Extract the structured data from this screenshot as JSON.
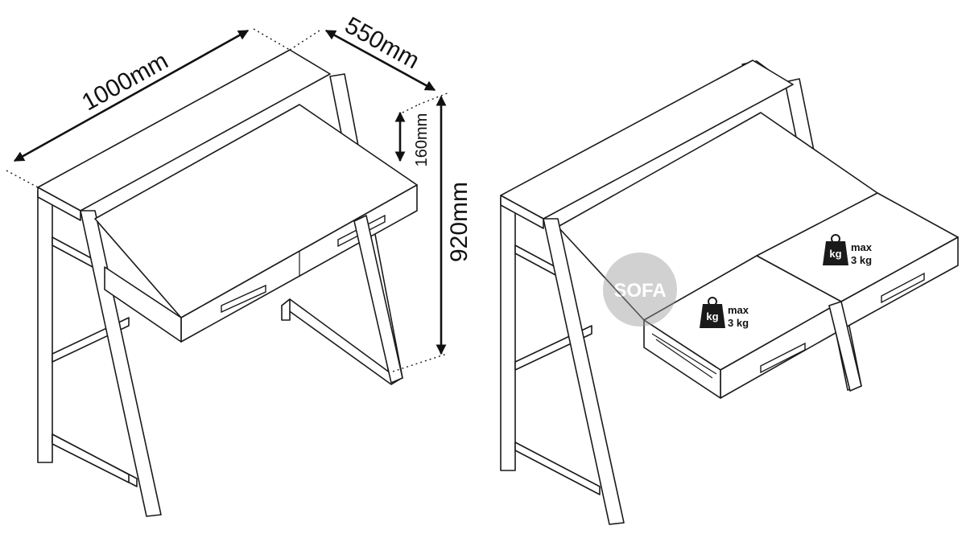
{
  "dimensions": {
    "width": "1000mm",
    "depth": "550mm",
    "shelf_height": "160mm",
    "total_height": "920mm"
  },
  "weight_labels": [
    {
      "icon": "kg",
      "line1": "max",
      "line2": "3 kg"
    },
    {
      "icon": "kg",
      "line1": "max",
      "line2": "3 kg"
    }
  ],
  "watermark": "SOFA"
}
